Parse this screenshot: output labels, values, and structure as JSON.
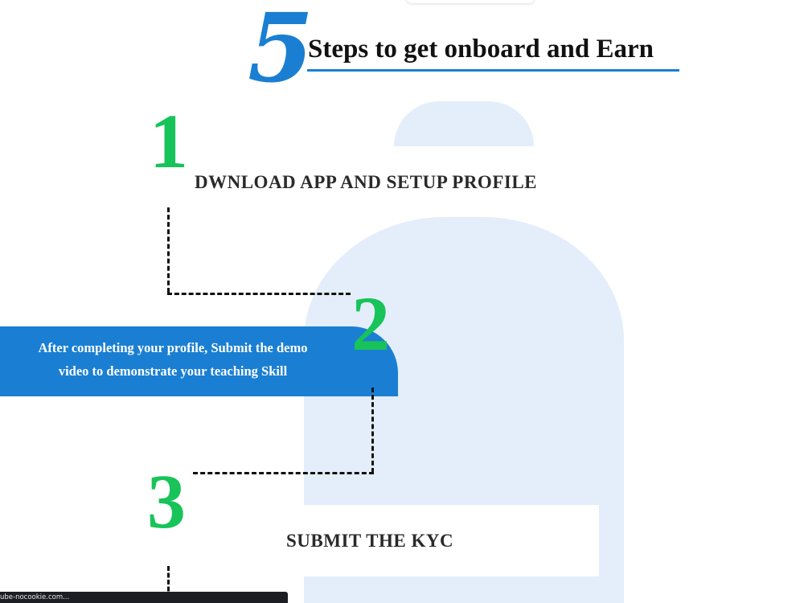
{
  "title": {
    "number": "5",
    "text": "Steps to get onboard and Earn"
  },
  "steps": [
    {
      "number": "1",
      "label": "DWNLOAD APP AND SETUP PROFILE"
    },
    {
      "number": "2",
      "label_line1": "After completing your profile, Submit the demo",
      "label_line2": "video to demonstrate your teaching Skill"
    },
    {
      "number": "3",
      "label": "SUBMIT THE KYC"
    }
  ],
  "status_bar": {
    "text": "ube-nocookie.com..."
  },
  "colors": {
    "accent_blue": "#1a7fd2",
    "step_green": "#18c35a",
    "background_shape": "#e3eefa",
    "connector": "#111111"
  }
}
